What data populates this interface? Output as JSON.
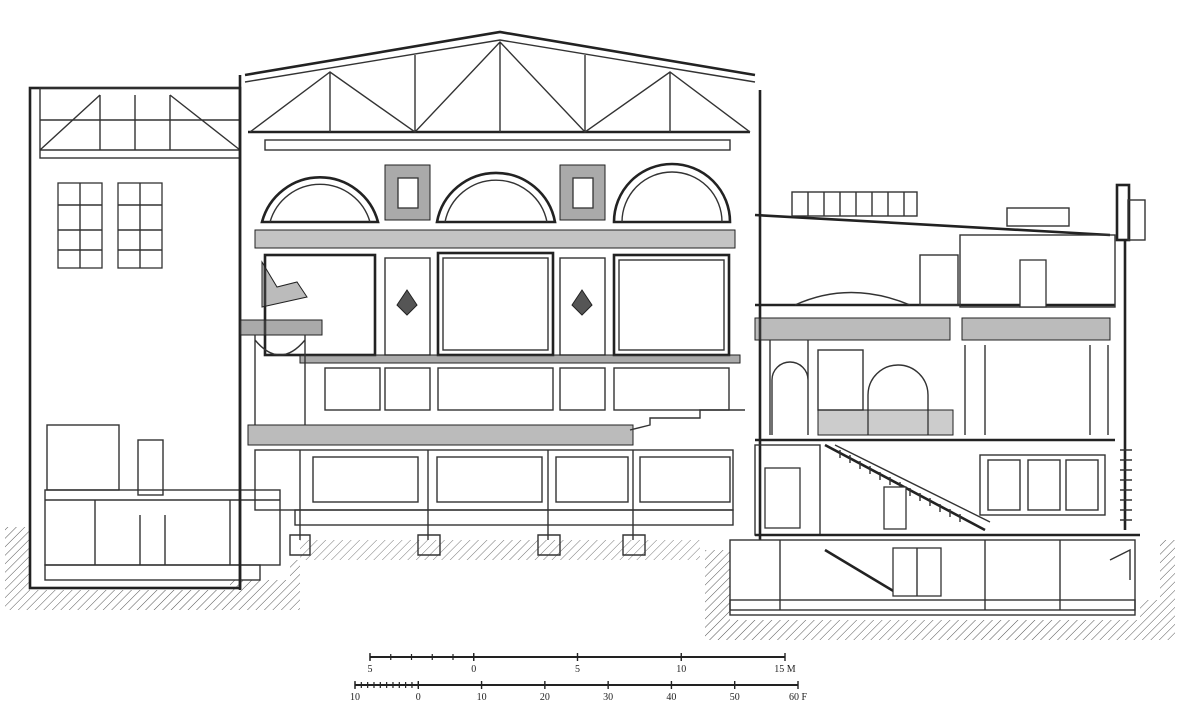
{
  "drawing": {
    "subject": "theatre-section",
    "scale_metres": {
      "labels": [
        "5",
        "0",
        "5",
        "10",
        "15 M"
      ],
      "values": [
        -5,
        0,
        5,
        10,
        15
      ],
      "minor_ticks_below_zero": 5
    },
    "scale_feet": {
      "labels": [
        "10",
        "0",
        "10",
        "20",
        "30",
        "40",
        "50",
        "60 F"
      ],
      "values": [
        -10,
        0,
        10,
        20,
        30,
        40,
        50,
        60
      ],
      "minor_ticks_below_zero": 10
    }
  }
}
